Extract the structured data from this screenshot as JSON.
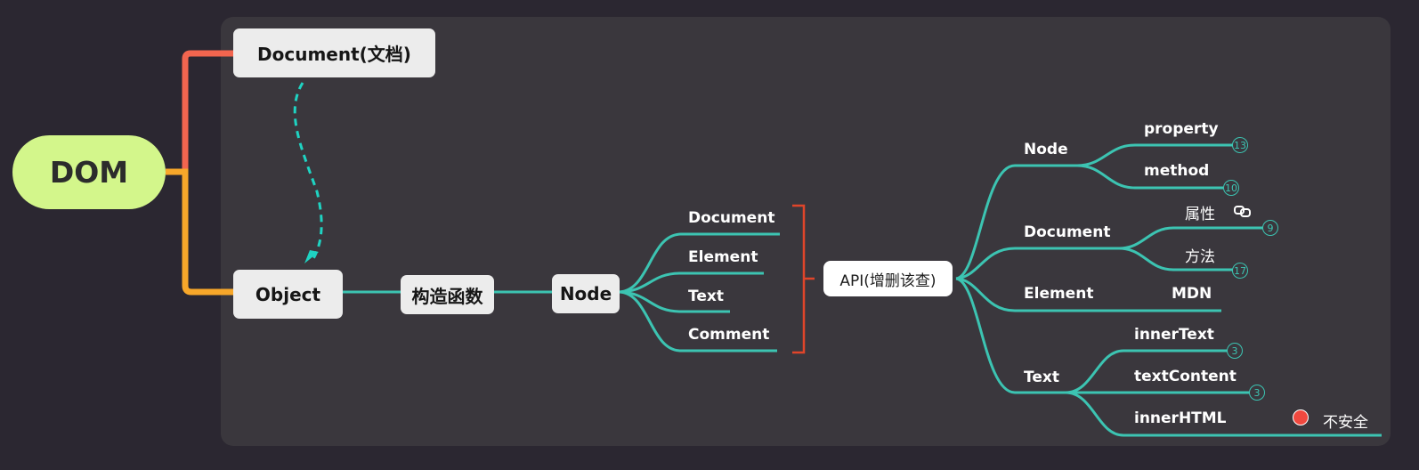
{
  "root": {
    "label": "DOM"
  },
  "level1": {
    "document": "Document(文档)",
    "object": "Object"
  },
  "chain": {
    "constructor": "构造函数",
    "node": "Node"
  },
  "node_children": [
    "Document",
    "Element",
    "Text",
    "Comment"
  ],
  "api": {
    "label": "API(增删该查)"
  },
  "api_children": {
    "node": {
      "label": "Node",
      "items": [
        {
          "label": "property",
          "count": "13"
        },
        {
          "label": "method",
          "count": "10"
        }
      ]
    },
    "document": {
      "label": "Document",
      "items": [
        {
          "label": "属性",
          "count": "9"
        },
        {
          "label": "方法",
          "count": "17"
        }
      ]
    },
    "element": {
      "label": "Element",
      "items": [
        {
          "label": "MDN"
        }
      ]
    },
    "text": {
      "label": "Text",
      "items": [
        {
          "label": "innerText",
          "count": "3"
        },
        {
          "label": "textContent",
          "count": "3"
        },
        {
          "label": "innerHTML",
          "note": "不安全"
        }
      ]
    }
  },
  "colors": {
    "background": "#2b2731",
    "panel": "#3a373d",
    "teal": "#3cc4b2",
    "root_fill": "#d3f68b",
    "branch_top": "#f2654f",
    "branch_bottom": "#f7a72a",
    "bracket": "#e0452a",
    "dashed_arrow": "#1fd3c2"
  }
}
